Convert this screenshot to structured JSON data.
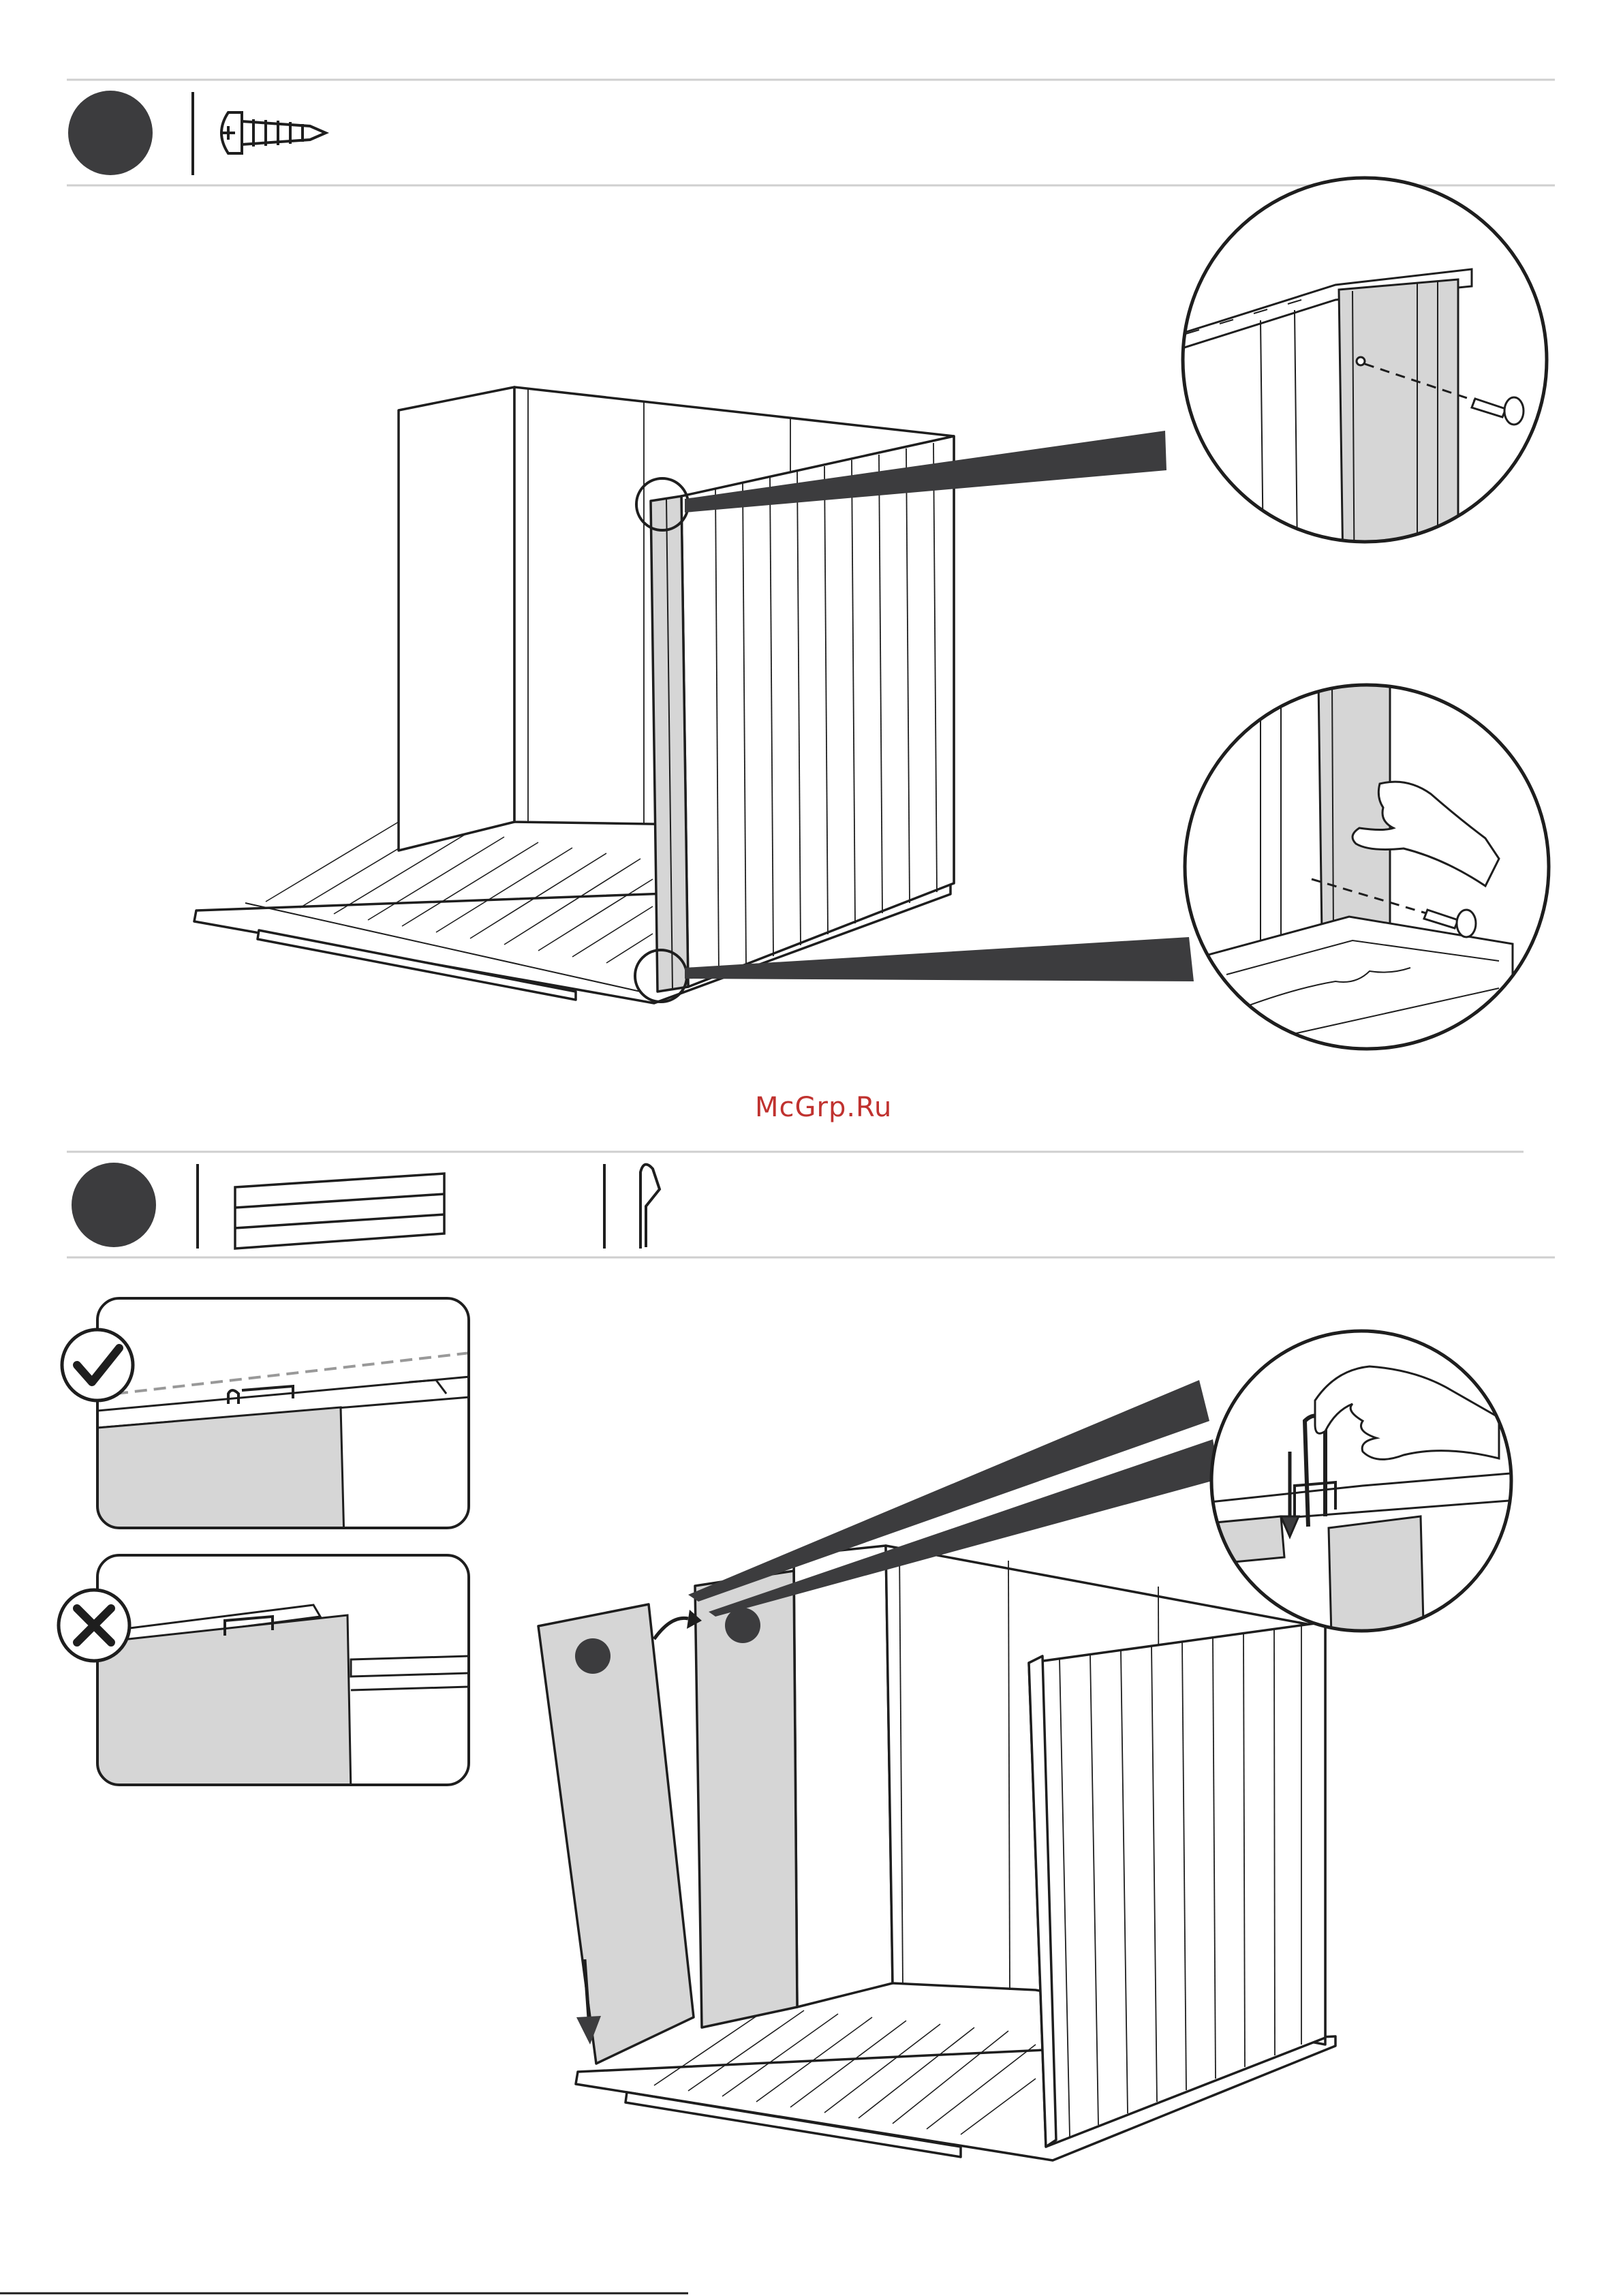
{
  "watermark": "McGrp.Ru",
  "colors": {
    "ink": "#1e1e1e",
    "dark_fill": "#3c3c3e",
    "panel_grey": "#d6d6d6",
    "rule": "#cfcfcf",
    "watermark": "#c0322f"
  },
  "step_a": {
    "badge": "step-badge",
    "parts": [
      "screw-icon"
    ]
  },
  "step_b": {
    "badge": "step-badge",
    "parts": [
      "wall-panel-icon",
      "clip-icon"
    ],
    "correct": "check-icon",
    "incorrect": "cross-icon"
  }
}
